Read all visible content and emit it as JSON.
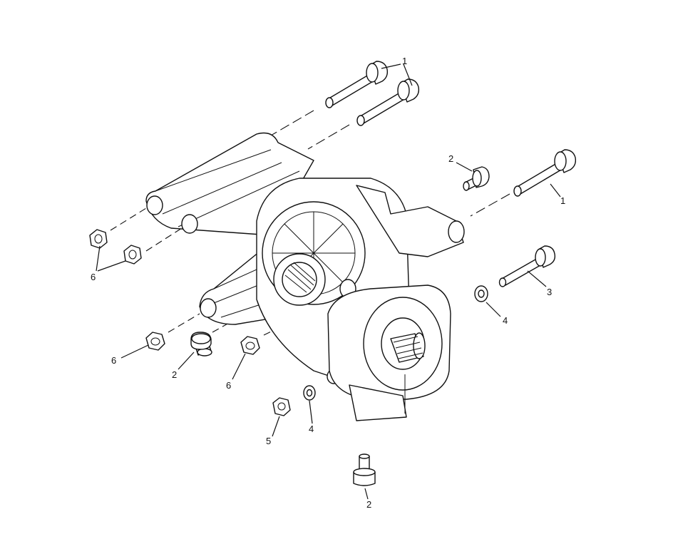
{
  "diagram": {
    "callouts": [
      {
        "id": "c1a",
        "label": "1"
      },
      {
        "id": "c1b",
        "label": "1"
      },
      {
        "id": "c2a",
        "label": "2"
      },
      {
        "id": "c2b",
        "label": "2"
      },
      {
        "id": "c2c",
        "label": "2"
      },
      {
        "id": "c3",
        "label": "3"
      },
      {
        "id": "c4a",
        "label": "4"
      },
      {
        "id": "c4b",
        "label": "4"
      },
      {
        "id": "c5",
        "label": "5"
      },
      {
        "id": "c6a",
        "label": "6"
      },
      {
        "id": "c6b",
        "label": "6"
      },
      {
        "id": "c6c",
        "label": "6"
      }
    ]
  }
}
